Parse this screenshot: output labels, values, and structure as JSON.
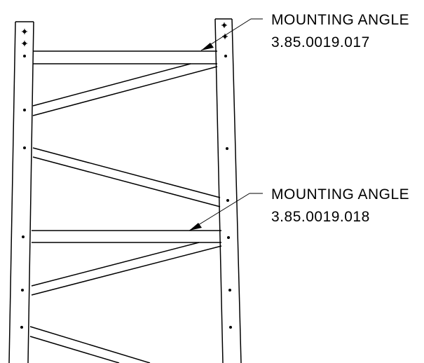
{
  "callouts": [
    {
      "title": "MOUNTING ANGLE",
      "part_number": "3.85.0019.017"
    },
    {
      "title": "MOUNTING ANGLE",
      "part_number": "3.85.0019.018"
    }
  ],
  "colors": {
    "line": "#000000",
    "background": "#ffffff"
  }
}
